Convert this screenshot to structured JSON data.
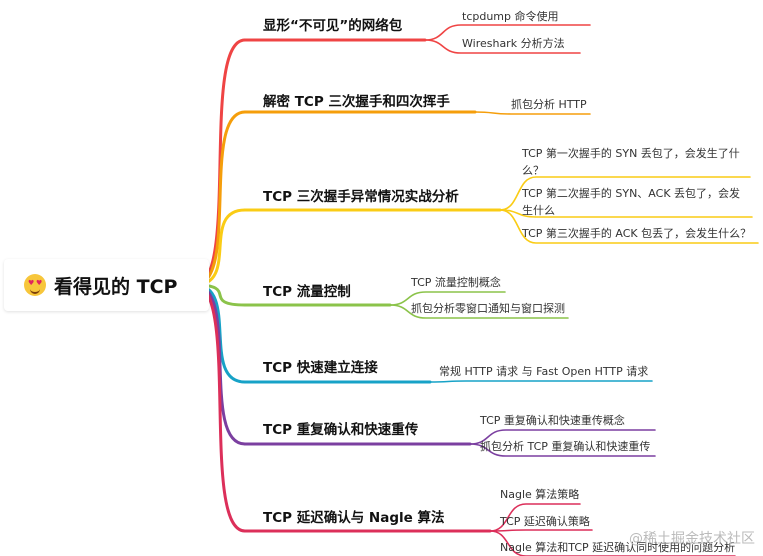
{
  "root": {
    "title": "看得见的 TCP",
    "icon": "heart-eyes-emoji-icon"
  },
  "branches": [
    {
      "title": "显形“不可见”的网络包",
      "color": "#ef4444",
      "leaves": [
        "tcpdump 命令使用",
        "Wireshark 分析方法"
      ]
    },
    {
      "title": "解密 TCP 三次握手和四次挥手",
      "color": "#f59e0b",
      "leaves": [
        "抓包分析 HTTP"
      ]
    },
    {
      "title": "TCP 三次握手异常情况实战分析",
      "color": "#facc15",
      "leaves": [
        "TCP 第一次握手的 SYN 丢包了，会发生了什么？",
        "TCP 第二次握手的 SYN、ACK 丢包了，会发生什么",
        "TCP 第三次握手的 ACK 包丢了，会发生什么？"
      ]
    },
    {
      "title": "TCP 流量控制",
      "color": "#8bc34a",
      "leaves": [
        "TCP 流量控制概念",
        "抓包分析零窗口通知与窗口探测"
      ]
    },
    {
      "title": "TCP 快速建立连接",
      "color": "#17a2c7",
      "leaves": [
        "常规 HTTP 请求 与 Fast  Open HTTP 请求"
      ]
    },
    {
      "title": "TCP 重复确认和快速重传",
      "color": "#7b3fa0",
      "leaves": [
        "TCP 重复确认和快速重传概念",
        "抓包分析 TCP 重复确认和快速重传"
      ]
    },
    {
      "title": "TCP 延迟确认与 Nagle 算法",
      "color": "#dc2f5a",
      "leaves": [
        "Nagle 算法策略",
        "TCP 延迟确认策略",
        "Nagle 算法和TCP 延迟确认同时使用的问题分析"
      ]
    }
  ],
  "watermark": "@稀土掘金技术社区"
}
